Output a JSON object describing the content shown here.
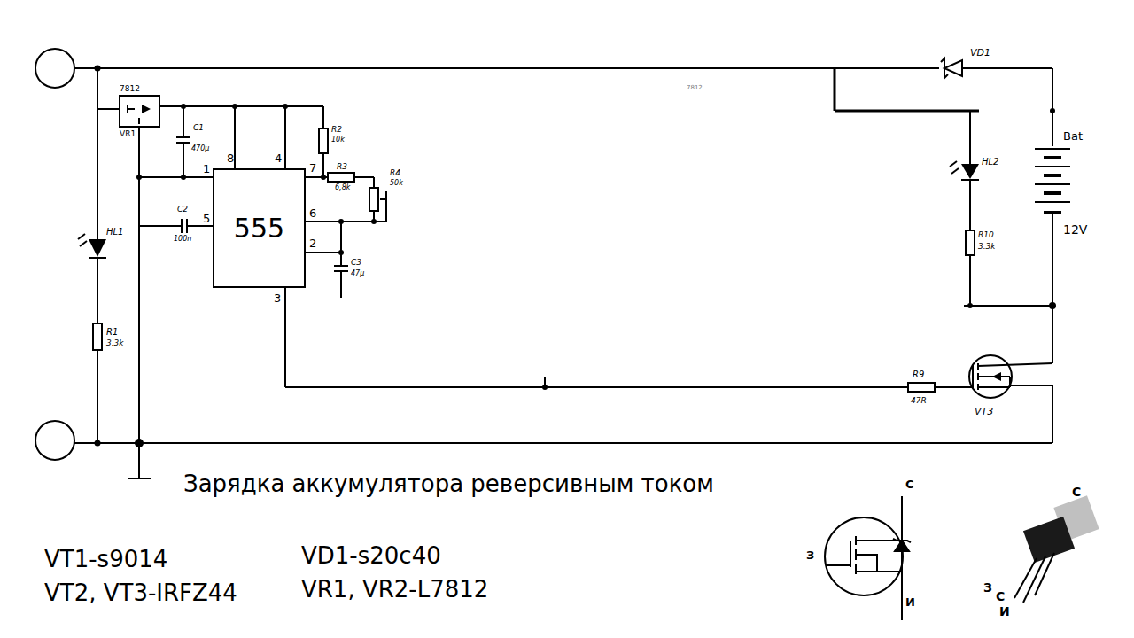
{
  "diagram": {
    "title": "Зарядка аккумулятора реверсивным током",
    "nodes": [
      {
        "text": [
          "555"
        ]
      }
    ],
    "labels": [
      "7812",
      "VR1",
      "C1",
      "470µ",
      "1",
      "8",
      "4",
      "7",
      "R2",
      "10k",
      "R3",
      "6,8k",
      "R4",
      "50k",
      "C2",
      "100n",
      "5",
      "6",
      "2",
      "C3",
      "47µ",
      "3",
      "HL1",
      "R1",
      "3,3k",
      "7812",
      "VD1",
      "HL2",
      "R10",
      "3.3k",
      "Bat",
      "12V",
      "R9",
      "47R",
      "VT3",
      "VT1-s9014",
      "VT2, VT3-IRFZ44",
      "VD1-s20c40",
      "VR1, VR2-L7812",
      "С",
      "З",
      "И",
      "С",
      "З",
      "С",
      "И"
    ]
  }
}
